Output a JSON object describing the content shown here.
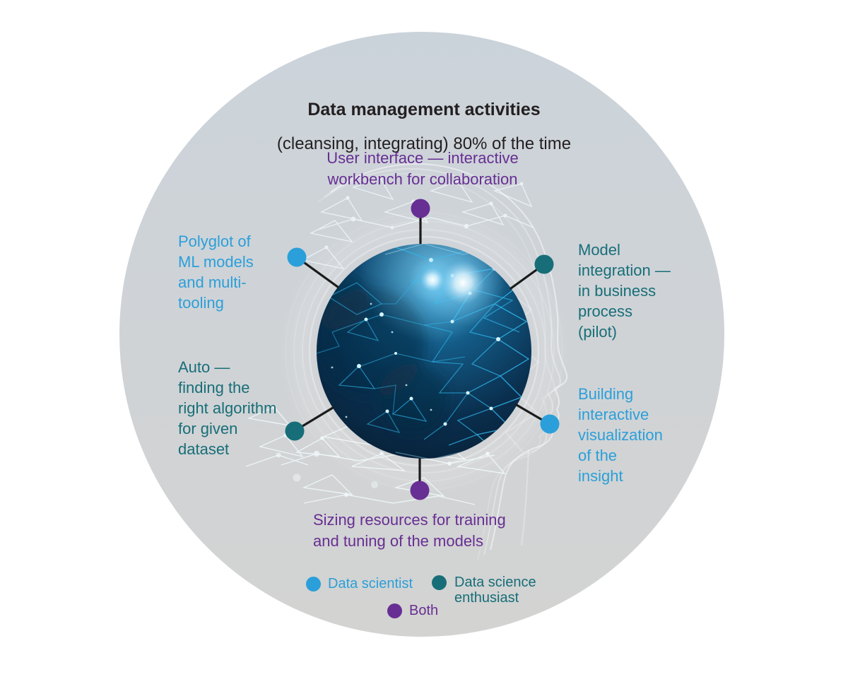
{
  "title": {
    "heading": "Data management activities",
    "subtitle": "(cleansing, integrating) 80% of the time"
  },
  "callouts": {
    "user_interface": {
      "text": "User interface — interactive\nworkbench for collaboration",
      "category": "both"
    },
    "polyglot": {
      "text": "Polyglot of\nML models\nand multi-\ntooling",
      "category": "data_scientist"
    },
    "model_integration": {
      "text": "Model\nintegration —\nin business\nprocess\n(pilot)",
      "category": "enthusiast"
    },
    "auto_algorithm": {
      "text": "Auto —\nfinding the\nright algorithm\nfor given\ndataset",
      "category": "enthusiast"
    },
    "building_visualization": {
      "text": "Building\ninteractive\nvisualization\nof the\ninsight",
      "category": "data_scientist"
    },
    "sizing_resources": {
      "text": "Sizing resources for training\nand tuning of the models",
      "category": "both"
    }
  },
  "legend": {
    "data_scientist": {
      "label": "Data scientist"
    },
    "enthusiast": {
      "label": "Data science\nenthusiast"
    },
    "both": {
      "label": "Both"
    }
  },
  "colors": {
    "data_scientist": "#2B9FD9",
    "enthusiast": "#176E78",
    "both": "#672E93",
    "connector": "#1b1b1b",
    "title_text": "#231f20"
  }
}
